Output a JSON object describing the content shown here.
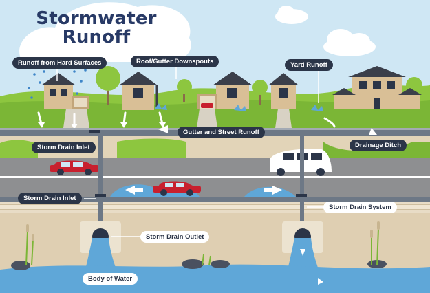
{
  "title": {
    "line1": "Stormwater",
    "line2": "Runoff"
  },
  "labels": {
    "runoff_hard_surfaces": "Runoff from Hard Surfaces",
    "roof_gutter_downspouts": "Roof/Gutter Downspouts",
    "yard_runoff": "Yard Runoff",
    "gutter_street_runoff": "Gutter and Street Runoff",
    "storm_drain_inlet_top": "Storm Drain Inlet",
    "drainage_ditch": "Drainage Ditch",
    "storm_drain_inlet_bottom": "Storm Drain Inlet",
    "storm_drain_system": "Storm Drain System",
    "storm_drain_outlet": "Storm Drain Outlet",
    "body_of_water": "Body of Water"
  },
  "colors": {
    "sky": "#cfe7f4",
    "grass": "#8dc63f",
    "road": "#8e8f91",
    "water": "#5fa7d8",
    "soil": "#e2d4b8",
    "label_dark": "#2b3548",
    "title": "#283a66",
    "car_red": "#c8202e"
  }
}
